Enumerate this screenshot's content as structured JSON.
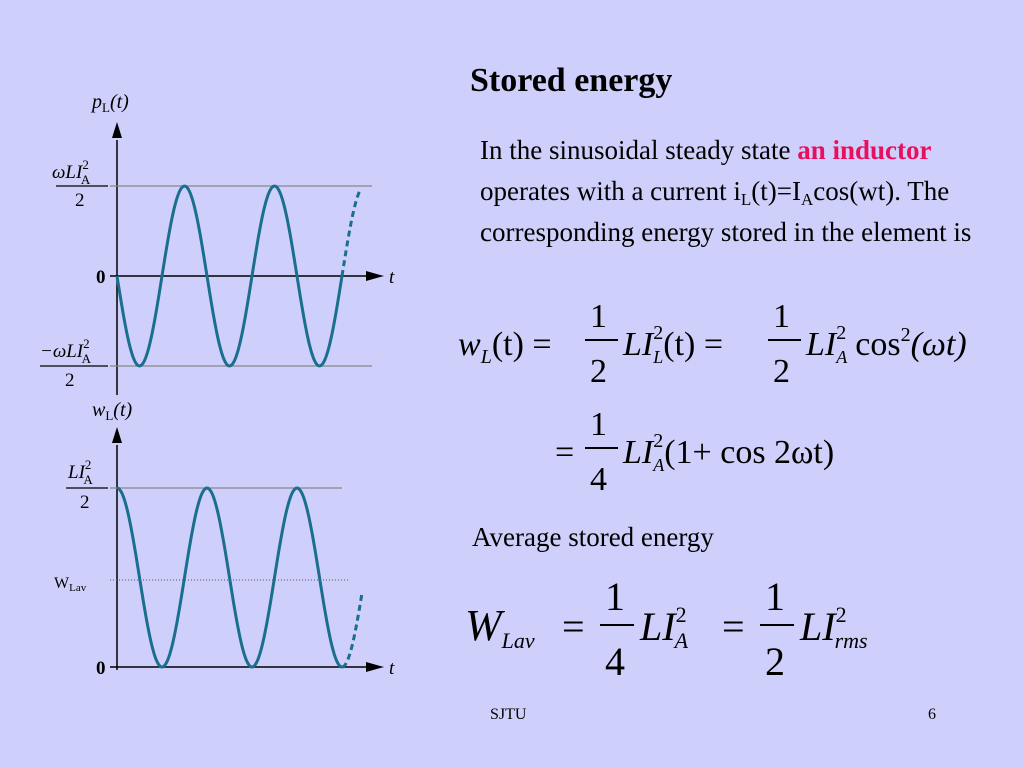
{
  "slide": {
    "title": "Stored energy",
    "para_1": "In the sinusoidal steady state ",
    "para_hl": "an inductor",
    "para_2": " operates with a current i",
    "para_sub_L": "L",
    "para_3": "(t)=I",
    "para_sub_A": "A",
    "para_4": "cos(wt). The corresponding energy stored in the element is",
    "average_heading": "Average stored energy",
    "footer_center": "SJTU",
    "page_number": "6"
  },
  "graph_top": {
    "ylabel_main": "p",
    "ylabel_sub": "L",
    "ylabel_arg": "(t)",
    "pos_level_num": "ωLI",
    "pos_level_sup": "2",
    "pos_level_sub": "A",
    "pos_level_den": "2",
    "neg_level_num": "−ωLI",
    "neg_level_sup": "2",
    "neg_level_sub": "A",
    "neg_level_den": "2",
    "zero": "0",
    "t_label": "t",
    "color": "#1a6e8e"
  },
  "graph_bottom": {
    "ylabel_main": "w",
    "ylabel_sub": "L",
    "ylabel_arg": "(t)",
    "level_num": "LI",
    "level_sup": "2",
    "level_sub": "A",
    "level_den": "2",
    "avg_label": "W",
    "avg_sub": "Lav",
    "zero": "0",
    "t_label": "t",
    "color": "#1a6e8e"
  },
  "equations": {
    "eq1": {
      "lhs": "w",
      "lhs_sub": "L",
      "lhs_arg": "(t) =",
      "frac1_num": "1",
      "frac1_den": "2",
      "term1": "LI",
      "term1_sup": "2",
      "term1_sub": "L",
      "term1_arg": "(t) =",
      "frac2_num": "1",
      "frac2_den": "2",
      "term2": "LI",
      "term2_sup": "2",
      "term2_sub": "A",
      "term2_tail": "cos",
      "term2_tail_sup": "2",
      "term2_arg": "(ωt)"
    },
    "eq2": {
      "eq": "=",
      "frac_num": "1",
      "frac_den": "4",
      "term": "LI",
      "term_sup": "2",
      "term_sub": "A",
      "tail": "(1+ cos 2ωt)"
    },
    "eq3": {
      "lhs": "W",
      "lhs_sub": "Lav",
      "eq1": "=",
      "frac1_num": "1",
      "frac1_den": "4",
      "term1": "LI",
      "term1_sup": "2",
      "term1_sub": "A",
      "eq2": "=",
      "frac2_num": "1",
      "frac2_den": "2",
      "term2": "LI",
      "term2_sup": "2",
      "term2_sub": "rms"
    }
  }
}
